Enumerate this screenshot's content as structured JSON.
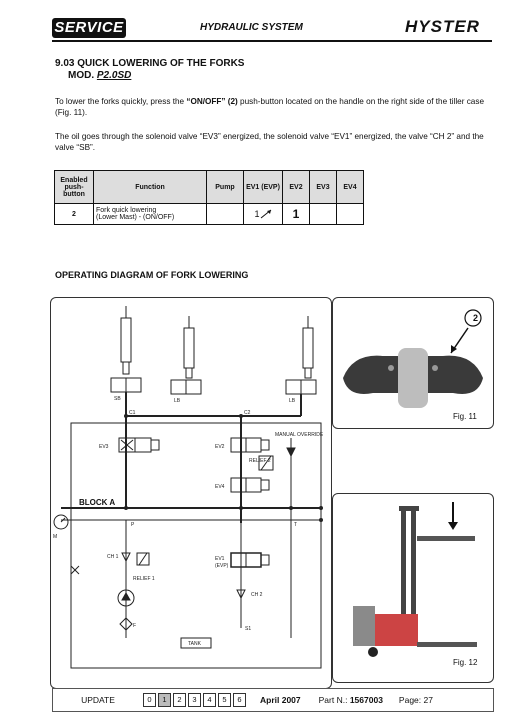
{
  "header": {
    "badge": "SERVICE",
    "title": "HYDRAULIC SYSTEM",
    "brand": "HYSTER"
  },
  "section": {
    "title": "9.03 QUICK LOWERING OF THE FORKS",
    "model_prefix": "MOD.",
    "model": "P2.0SD"
  },
  "paragraphs": [
    {
      "pre": "To lower the forks quickly, press the ",
      "bold": "“ON/OFF” (2)",
      "post": " push-button located on the handle on the right side of the tiller case (Fig. 11)."
    },
    {
      "text": "The oil goes through the solenoid valve “EV3” energized, the solenoid valve “EV1” energized, the valve “CH 2” and the valve “SB”."
    }
  ],
  "function_table": {
    "headers": [
      "Enabled push-button",
      "Function",
      "Pump",
      "EV1 (EVP)",
      "EV2",
      "EV3",
      "EV4"
    ],
    "rows": [
      {
        "button": "2",
        "function_line1": "Fork quick lowering",
        "function_line2": "(Lower Mast) - (ON/OFF)",
        "pump": "",
        "ev1": "1",
        "ev2": "1",
        "ev3": "",
        "ev4": ""
      }
    ]
  },
  "diagram": {
    "title": "OPERATING DIAGRAM OF FORK LOWERING",
    "labels": {
      "sb": "SB",
      "lb1": "LB",
      "lb2": "LB",
      "c1": "C1",
      "c2": "C2",
      "ev3": "EV3",
      "ev2": "EV2",
      "ev4": "EV4",
      "ev1": "EV1",
      "evp": "(EVP)",
      "manual_override": "MANUAL OVERRIDE",
      "relief2": "RELIEF 2",
      "relief1": "RELIEF 1",
      "block": "BLOCK A",
      "p": "P",
      "t": "T",
      "m": "M",
      "ch1": "CH 1",
      "ch2": "CH 2",
      "f": "F",
      "tank": "TANK",
      "s": "S1"
    }
  },
  "figures": {
    "fig11": "Fig. 11",
    "fig12": "Fig. 12",
    "callout": "2"
  },
  "footer": {
    "update": "UPDATE",
    "pages": [
      "0",
      "1",
      "2",
      "3",
      "4",
      "5",
      "6"
    ],
    "selected_page": "1",
    "date": "April 2007",
    "part_label": "Part N.:",
    "part_number": "1567003",
    "page": "Page: 27"
  }
}
